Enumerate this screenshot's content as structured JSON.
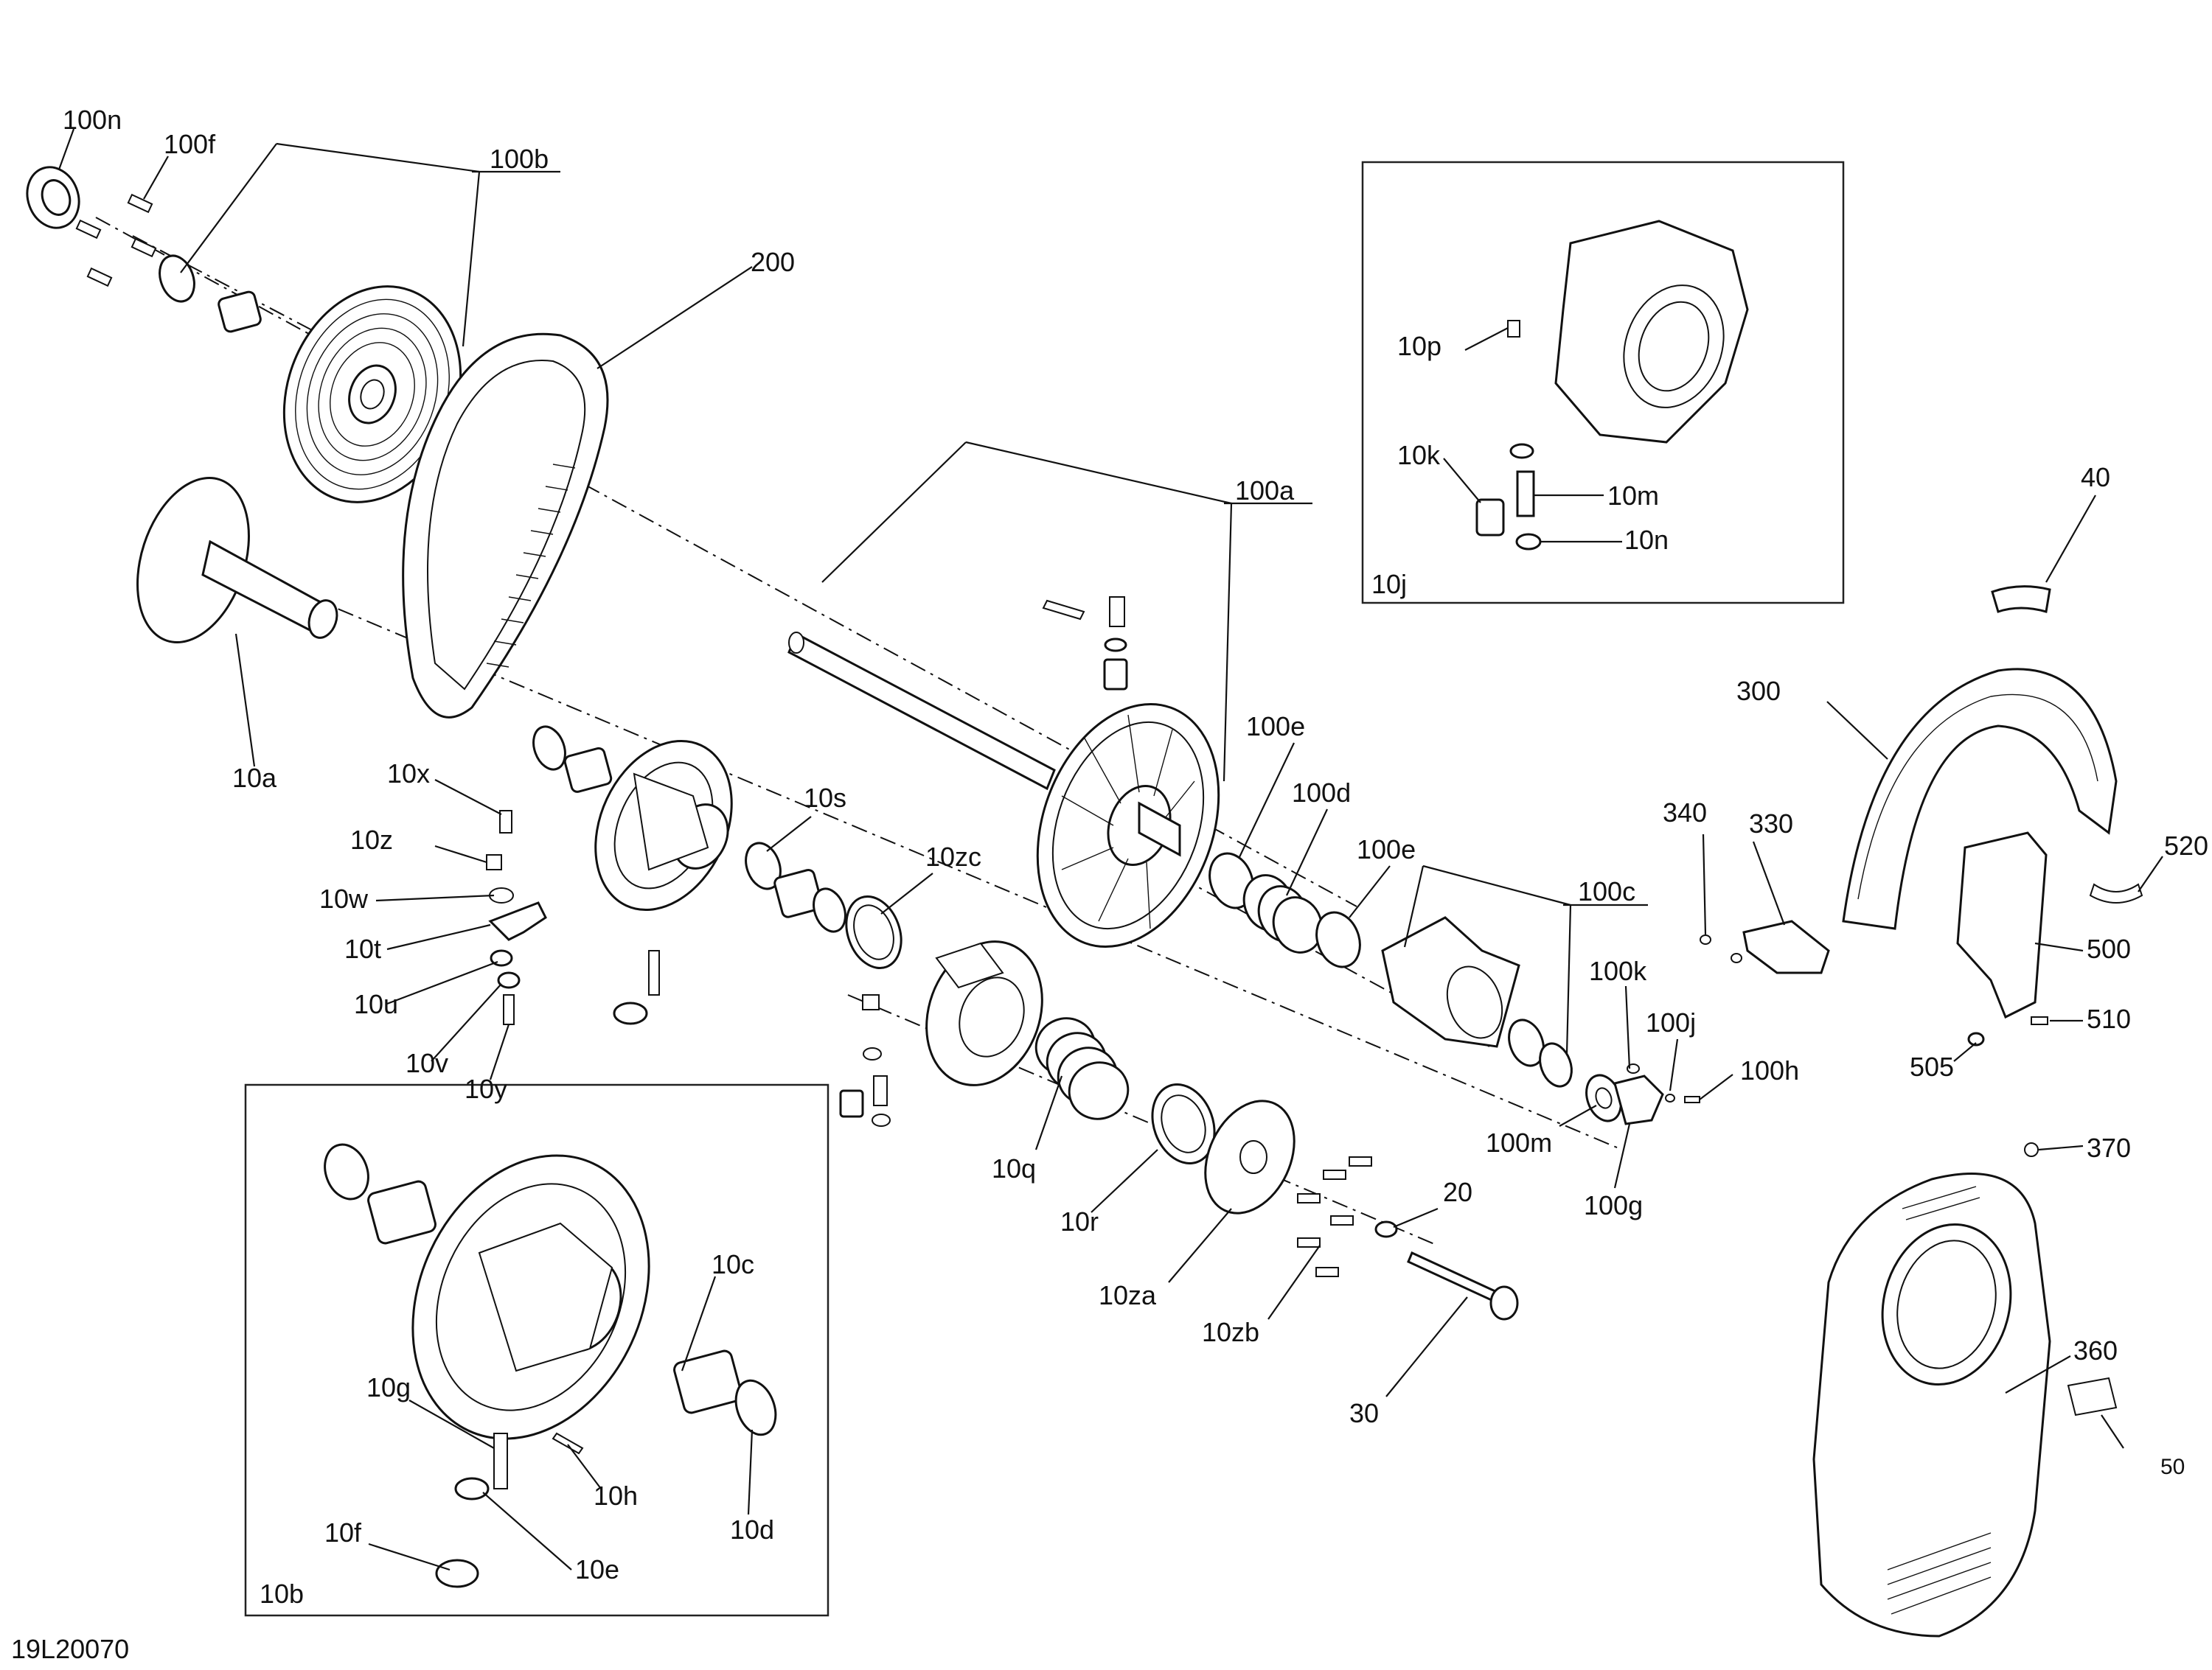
{
  "drawing_id": "19L20070",
  "inset_boxes": {
    "inset_10j": "10j",
    "inset_10b": "10b"
  },
  "callouts": {
    "100n": "100n",
    "100f": "100f",
    "100b": "100b",
    "200": "200",
    "100a": "100a",
    "10a": "10a",
    "10x": "10x",
    "10z": "10z",
    "10w": "10w",
    "10t": "10t",
    "10u": "10u",
    "10v": "10v",
    "10y": "10y",
    "10s": "10s",
    "10zc": "10zc",
    "10q": "10q",
    "10r": "10r",
    "10za": "10za",
    "10zb": "10zb",
    "20": "20",
    "30": "30",
    "100e_1": "100e",
    "100d": "100d",
    "100e_2": "100e",
    "100c": "100c",
    "100k": "100k",
    "100j": "100j",
    "100h": "100h",
    "100m": "100m",
    "100g": "100g",
    "10p": "10p",
    "10k": "10k",
    "10m": "10m",
    "10n": "10n",
    "40": "40",
    "300": "300",
    "340": "340",
    "330": "330",
    "520": "520",
    "500": "500",
    "510": "510",
    "505": "505",
    "370": "370",
    "360": "360",
    "50": "50",
    "10c": "10c",
    "10g": "10g",
    "10h": "10h",
    "10d": "10d",
    "10f": "10f",
    "10e": "10e"
  }
}
